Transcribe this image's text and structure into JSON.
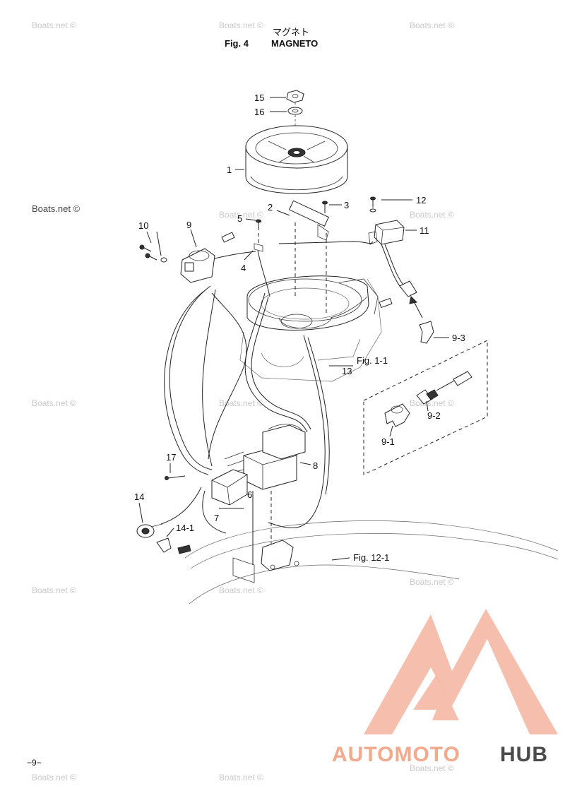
{
  "title": {
    "japanese": "マグネト",
    "figure": "Fig. 4",
    "name": "MAGNETO"
  },
  "watermark": "Boats.net ©",
  "part_labels": {
    "p1": "1",
    "p2": "2",
    "p3": "3",
    "p4": "4",
    "p5": "5",
    "p6": "6",
    "p7": "7",
    "p8": "8",
    "p9": "9",
    "p9_1": "9-1",
    "p9_2": "9-2",
    "p9_3": "9-3",
    "p10": "10",
    "p11": "11",
    "p12": "12",
    "p13": "13",
    "p14": "14",
    "p14_1": "14-1",
    "p15": "15",
    "p16": "16",
    "p17": "17"
  },
  "references": {
    "fig_1_1": "Fig. 1-1",
    "fig_12_1": "Fig. 12-1"
  },
  "page_number": "−9−",
  "logo": {
    "part1": "AUTOMOTO",
    "part2": "HUB",
    "color_primary": "#f2a98c",
    "color_secondary": "#4a4a4a"
  }
}
